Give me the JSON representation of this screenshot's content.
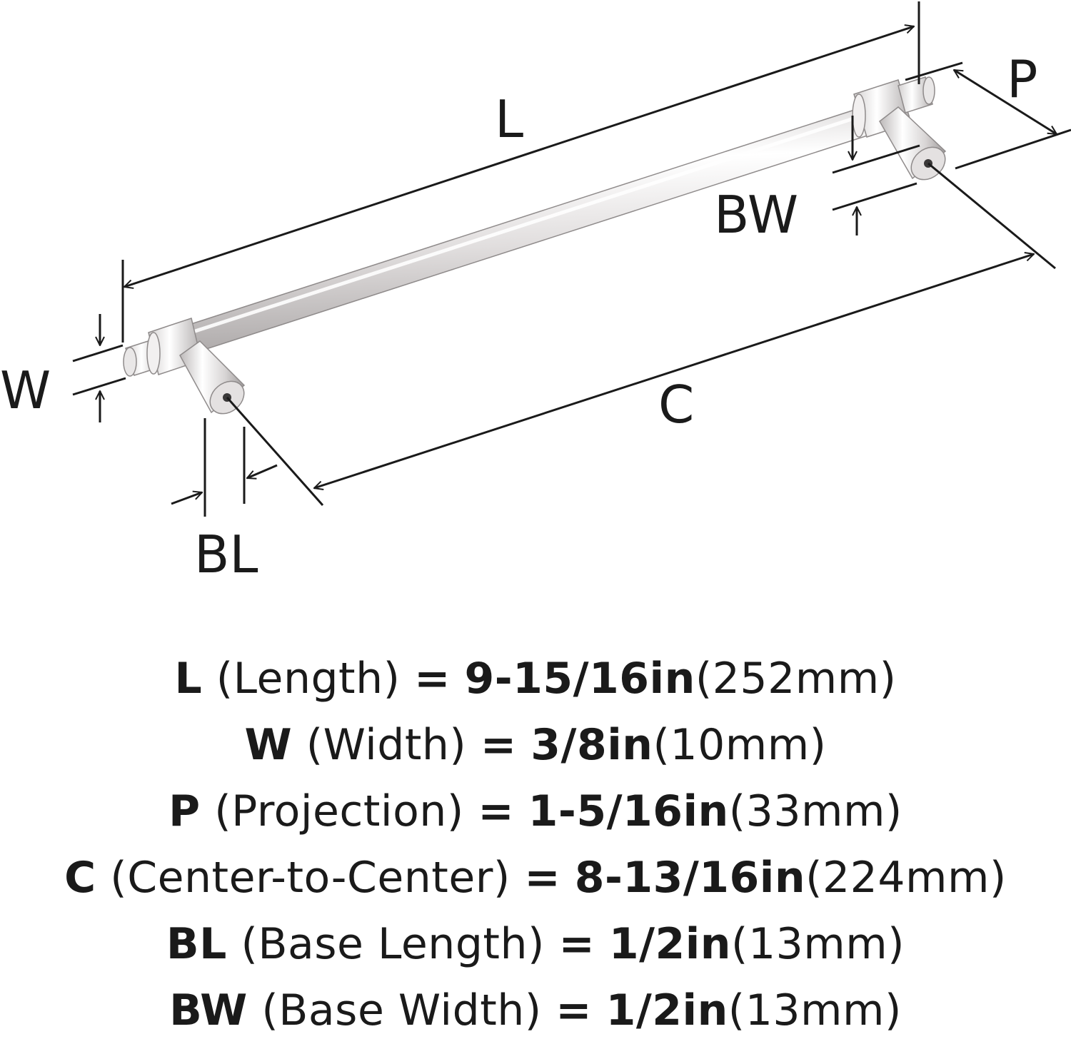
{
  "diagram": {
    "labels": {
      "length": "L",
      "width": "W",
      "projection": "P",
      "center_to_center": "C",
      "base_length": "BL",
      "base_width": "BW"
    },
    "colors": {
      "line": "#1a1a1a",
      "metal_light": "#f4f2f2",
      "metal_mid": "#d9d6d6",
      "metal_dark": "#a9a5a5"
    }
  },
  "specs": [
    {
      "key": "L",
      "desc": "(Length)",
      "eq": "=",
      "imperial": "9-15/16in",
      "metric": "(252mm)"
    },
    {
      "key": "W",
      "desc": "(Width)",
      "eq": "=",
      "imperial": "3/8in",
      "metric": "(10mm)"
    },
    {
      "key": "P",
      "desc": "(Projection)",
      "eq": "=",
      "imperial": "1-5/16in",
      "metric": "(33mm)"
    },
    {
      "key": "C",
      "desc": "(Center-to-Center)",
      "eq": "=",
      "imperial": "8-13/16in",
      "metric": "(224mm)"
    },
    {
      "key": "BL",
      "desc": "(Base Length)",
      "eq": "=",
      "imperial": "1/2in",
      "metric": "(13mm)"
    },
    {
      "key": "BW",
      "desc": "(Base Width)",
      "eq": "=",
      "imperial": "1/2in",
      "metric": "(13mm)"
    }
  ]
}
